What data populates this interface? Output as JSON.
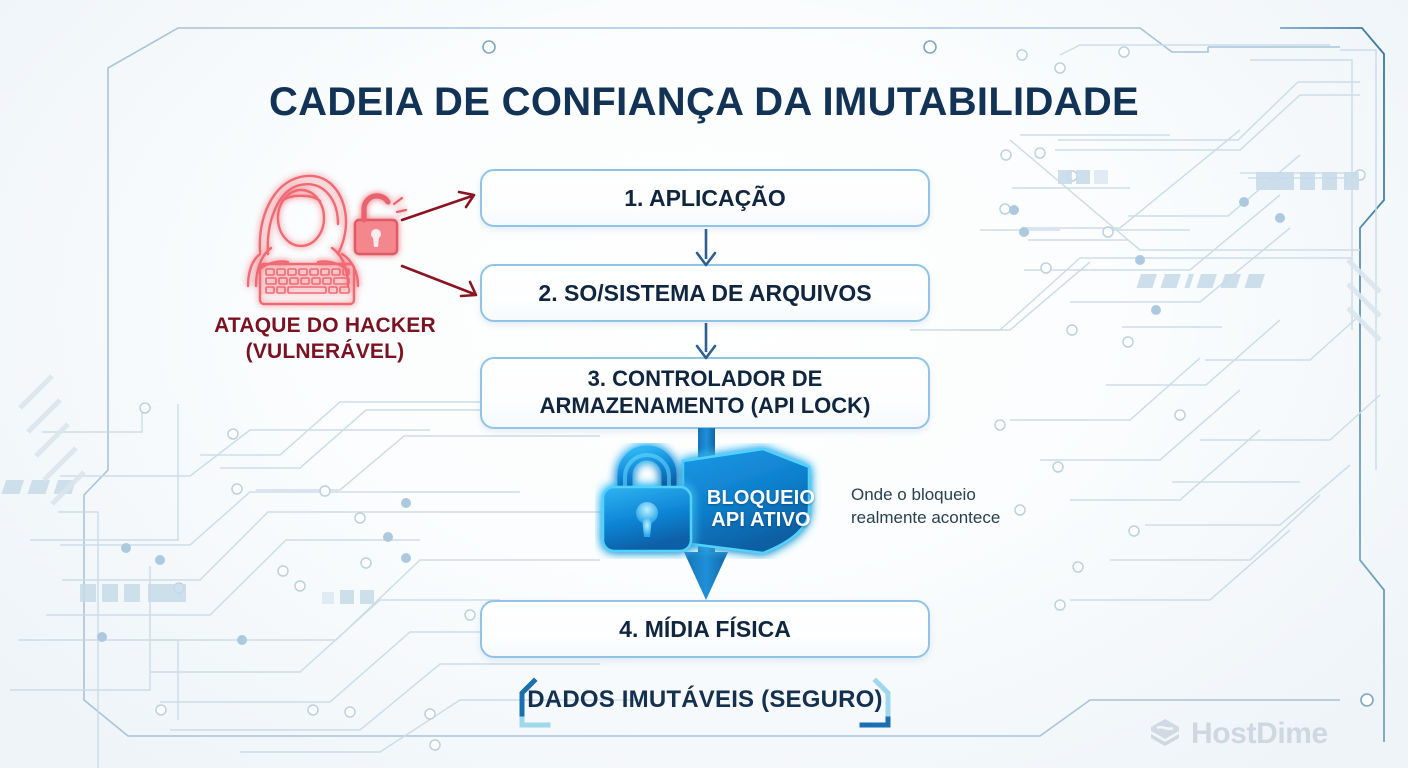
{
  "title": "CADEIA DE CONFIANÇA DA IMUTABILIDADE",
  "flow": {
    "steps": [
      {
        "id": "step-1",
        "label": "1. APLICAÇÃO"
      },
      {
        "id": "step-2",
        "label": "2. SO/SISTEMA DE ARQUIVOS"
      },
      {
        "id": "step-3",
        "label_line1": "3. CONTROLADOR DE",
        "label_line2": "ARMAZENAMENTO (API LOCK)"
      },
      {
        "id": "step-4",
        "label": "4. MÍDIA FÍSICA"
      }
    ]
  },
  "badge": {
    "label_line1": "BLOQUEIO",
    "label_line2": "API ATIVO",
    "caption_line1": "Onde o bloqueio",
    "caption_line2": "realmente acontece",
    "lock_icon": "padlock-closed-icon",
    "shield_icon": "shield-icon"
  },
  "attack": {
    "label_line1": "ATAQUE DO HACKER",
    "label_line2": "(VULNERÁVEL)",
    "hacker_icon": "hacker-hoodie-keyboard-icon",
    "unlocked_icon": "padlock-open-icon",
    "arrow_icon": "attack-arrow-icon"
  },
  "secure": {
    "label": "DADOS IMUTÁVEIS (SEGURO)",
    "bracket_icon": "tech-bracket-icon"
  },
  "brand": {
    "name": "HostDime",
    "logo_icon": "hostdime-stack-icon"
  },
  "colors": {
    "title": "#123355",
    "node_text": "#10263f",
    "node_border": "#8fc4e8",
    "attack_red": "#7b1222",
    "hacker_glow": "#f0656c",
    "badge_blue": "#0d8fe0",
    "badge_glow": "#35c8ff",
    "arrow_blue": "#1a7fc4",
    "bracket_dark": "#1a6fae",
    "bracket_light": "#9fd8ea",
    "circuit_line": "#c3d6e4",
    "background": "#f2f7fa",
    "logo_gray": "#cfd8e0"
  }
}
